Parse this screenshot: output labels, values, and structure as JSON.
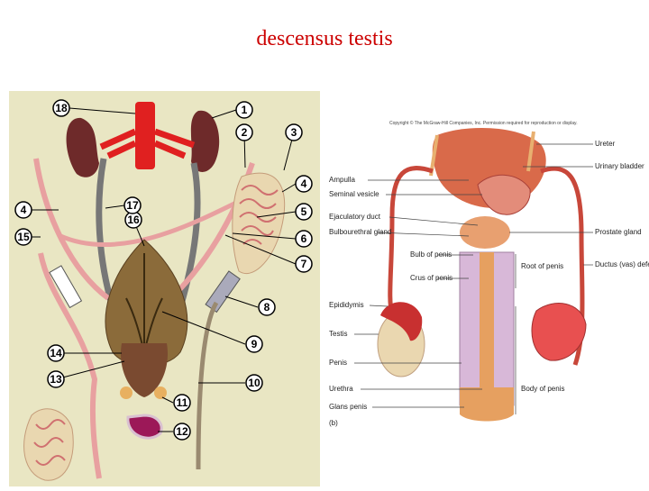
{
  "title": "descensus testis",
  "left_diagram": {
    "callouts": [
      "18",
      "1",
      "2",
      "3",
      "4",
      "5",
      "6",
      "7",
      "8",
      "9",
      "10",
      "11",
      "12",
      "13",
      "14",
      "15",
      "16",
      "17",
      "4"
    ]
  },
  "right_diagram": {
    "copyright": "Copyright © The McGraw-Hill Companies, Inc. Permission required for reproduction or display.",
    "labels_left": [
      "Ampulla",
      "Seminal vesicle",
      "Ejaculatory duct",
      "Bulbourethral gland",
      "Bulb of penis",
      "Crus of penis",
      "Epididymis",
      "Testis",
      "Penis",
      "Urethra",
      "Glans penis"
    ],
    "labels_right": [
      "Ureter",
      "Urinary bladder",
      "Prostate gland",
      "Ductus (vas) deferens",
      "Root of penis",
      "Body of penis"
    ],
    "panel_letter": "(b)"
  }
}
